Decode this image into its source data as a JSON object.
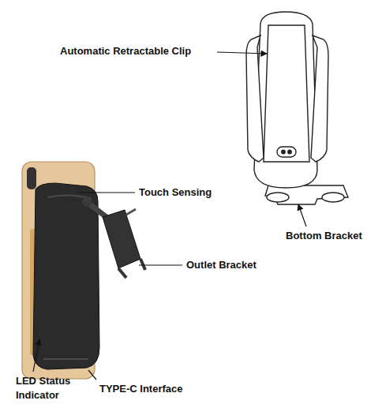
{
  "diagram": {
    "labels": [
      "Automatic Retractable Clip",
      "Touch Sensing",
      "Outlet Bracket",
      "Bottom Bracket",
      "LED Status Indicator",
      "TYPE-C Interface"
    ]
  }
}
